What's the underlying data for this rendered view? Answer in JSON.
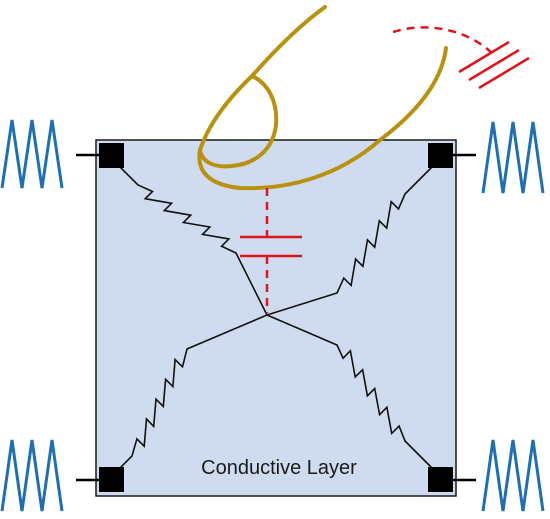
{
  "layer": {
    "label": "Conductive Layer",
    "fill_color": "#cfdcef",
    "border_color": "#1a1a1a"
  },
  "colors": {
    "finger_outline": "#b8920f",
    "capacitor": "#e0141c",
    "signal_waveform": "#1f6fb5",
    "resistor_wire": "#111111",
    "electrode": "#000000"
  },
  "components": {
    "electrodes": [
      "top-left",
      "top-right",
      "bottom-left",
      "bottom-right"
    ],
    "resistors": [
      "top-left",
      "top-right",
      "bottom-left",
      "bottom-right"
    ],
    "waveforms": [
      "top-left",
      "top-right",
      "bottom-left",
      "bottom-right"
    ],
    "finger_capacitor": "center",
    "ground_symbol": "ground-icon"
  }
}
